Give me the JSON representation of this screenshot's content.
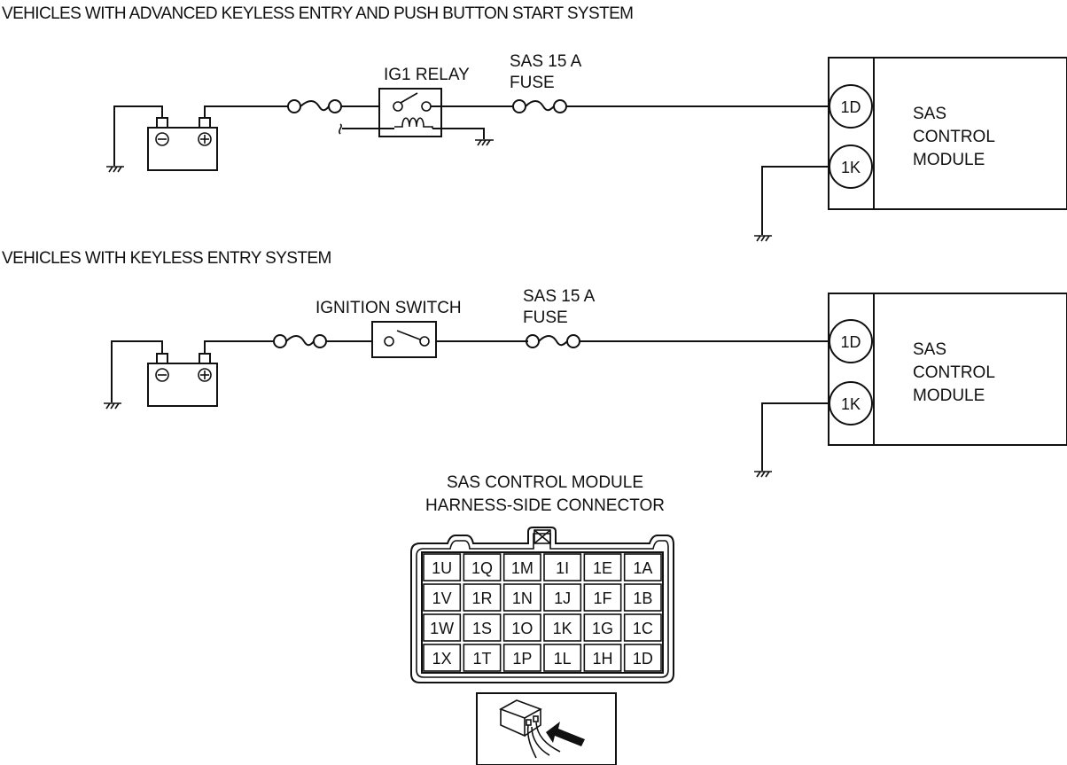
{
  "diagram": {
    "sections": [
      {
        "title": "VEHICLES WITH ADVANCED KEYLESS ENTRY AND PUSH BUTTON START SYSTEM",
        "switch_label": "IG1 RELAY",
        "fuse_label_line1": "SAS 15 A",
        "fuse_label_line2": "FUSE",
        "module": {
          "line1": "SAS",
          "line2": "CONTROL",
          "line3": "MODULE",
          "pin_power": "1D",
          "pin_ground": "1K"
        }
      },
      {
        "title": "VEHICLES WITH KEYLESS ENTRY SYSTEM",
        "switch_label": "IGNITION SWITCH",
        "fuse_label_line1": "SAS 15 A",
        "fuse_label_line2": "FUSE",
        "module": {
          "line1": "SAS",
          "line2": "CONTROL",
          "line3": "MODULE",
          "pin_power": "1D",
          "pin_ground": "1K"
        }
      }
    ],
    "connector": {
      "title_line1": "SAS CONTROL MODULE",
      "title_line2": "HARNESS-SIDE CONNECTOR",
      "rows": [
        [
          "1U",
          "1Q",
          "1M",
          "1I",
          "1E",
          "1A"
        ],
        [
          "1V",
          "1R",
          "1N",
          "1J",
          "1F",
          "1B"
        ],
        [
          "1W",
          "1S",
          "1O",
          "1K",
          "1G",
          "1C"
        ],
        [
          "1X",
          "1T",
          "1P",
          "1L",
          "1H",
          "1D"
        ]
      ],
      "view_icon": "harness-side-view-icon"
    }
  }
}
